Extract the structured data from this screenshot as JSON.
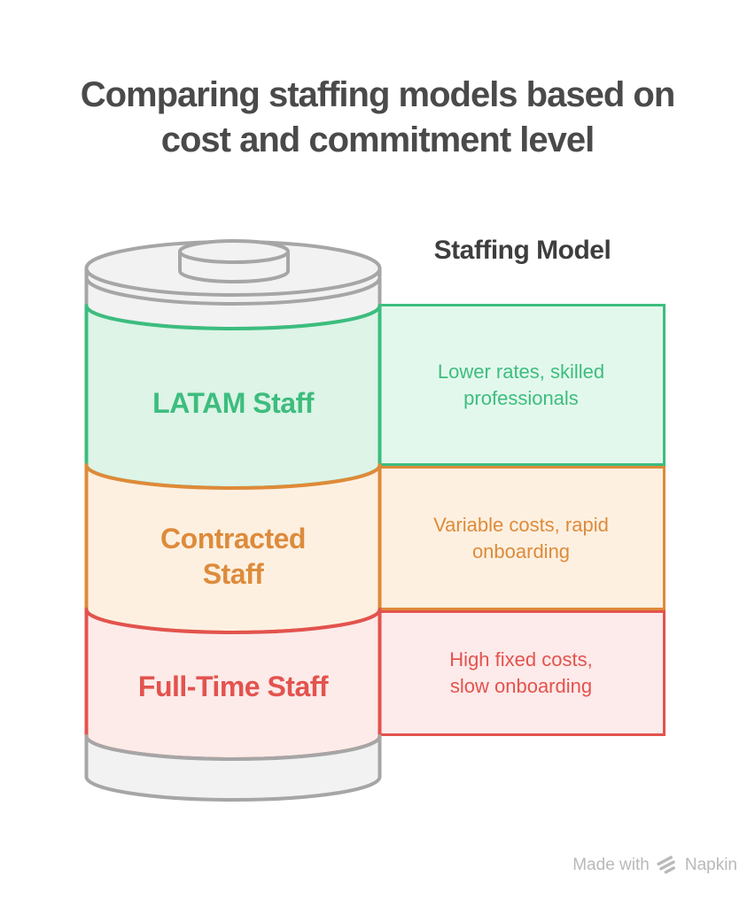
{
  "title": {
    "lines": [
      "Comparing staffing models based on",
      "cost and commitment level"
    ],
    "color": "#4a4a4a"
  },
  "column_header": "Staffing Model",
  "battery": {
    "metal_fill": "#f2f2f2",
    "metal_stroke": "#a6a6a6",
    "segments": [
      {
        "name": "LATAM Staff",
        "label_lines": [
          "LATAM Staff"
        ],
        "desc_lines": [
          "Lower rates, skilled",
          "professionals"
        ],
        "accent_color": "#3dbd7e",
        "segment_fill": "#ddf4e7",
        "box_fill": "#e3f8ed"
      },
      {
        "name": "Contracted Staff",
        "label_lines": [
          "Contracted",
          "Staff"
        ],
        "desc_lines": [
          "Variable costs, rapid",
          "onboarding"
        ],
        "accent_color": "#dd8b3c",
        "segment_fill": "#fdf0e1",
        "box_fill": "#fdf0e0"
      },
      {
        "name": "Full-Time Staff",
        "label_lines": [
          "Full-Time Staff"
        ],
        "desc_lines": [
          "High fixed costs,",
          "slow onboarding"
        ],
        "accent_color": "#e3534e",
        "segment_fill": "#fcebe9",
        "box_fill": "#fdeaea"
      }
    ]
  },
  "footer": {
    "made_with": "Made with",
    "brand": "Napkin",
    "color": "#b9b9b9"
  }
}
